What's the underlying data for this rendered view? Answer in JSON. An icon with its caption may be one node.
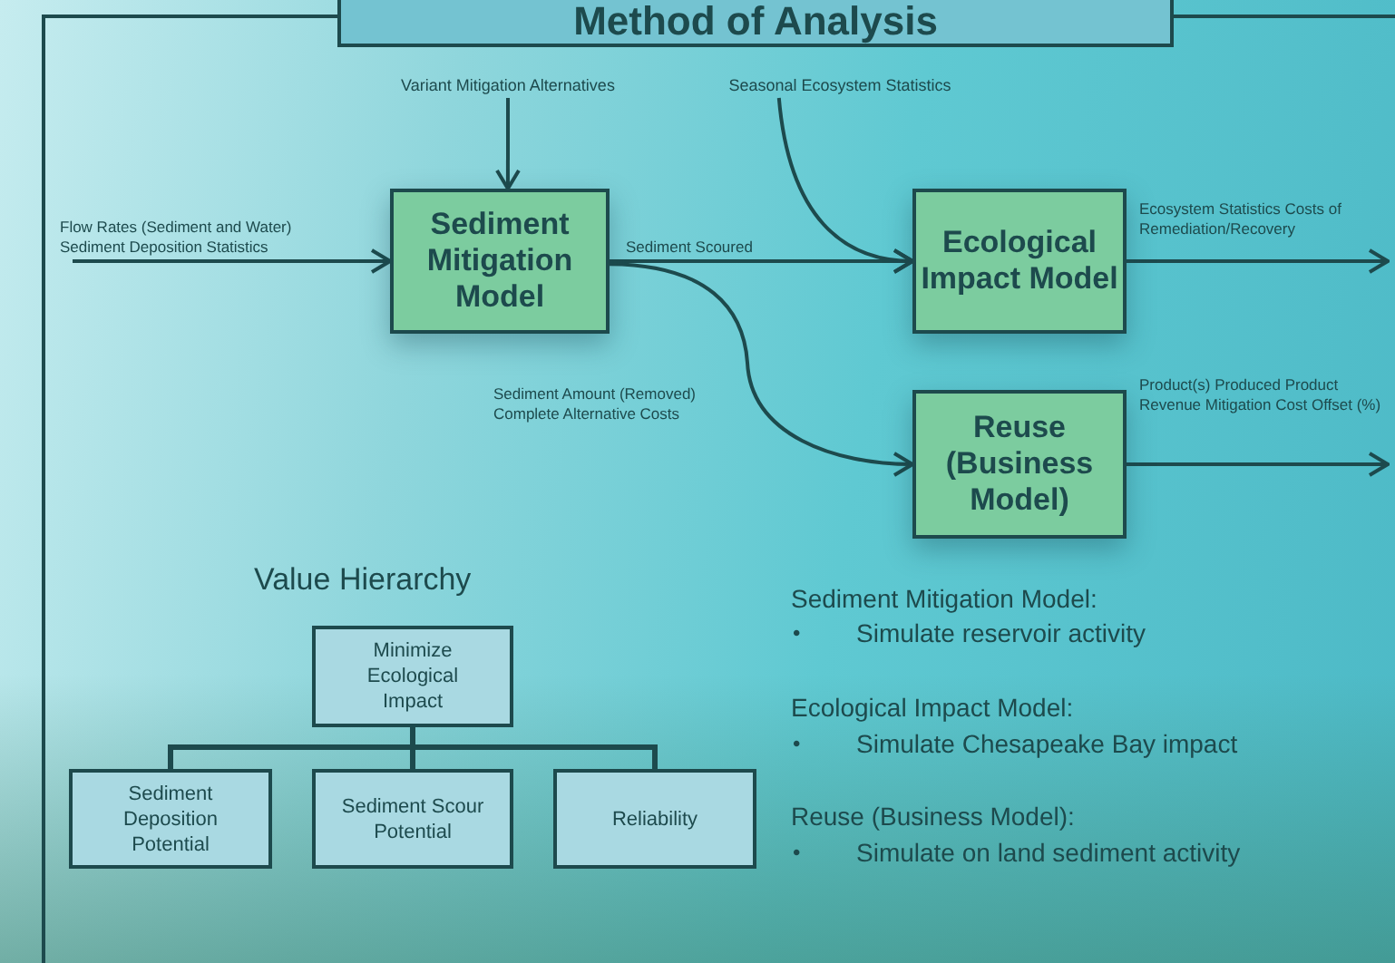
{
  "diagram": {
    "title": "Method of Analysis",
    "nodes": [
      {
        "text": [
          "Variant Mitigation Alternatives"
        ]
      },
      {
        "text": [
          "Seasonal Ecosystem Statistics"
        ]
      },
      {
        "text": [
          "Sediment Mitigation Model"
        ]
      },
      {
        "text": [
          "Ecological Impact Model"
        ]
      },
      {
        "text": [
          "Reuse (Business Model)"
        ]
      },
      {
        "text": [
          "Minimize Ecological Impact"
        ]
      },
      {
        "text": [
          "Sediment Deposition Potential"
        ]
      },
      {
        "text": [
          "Sediment Scour Potential"
        ]
      },
      {
        "text": [
          "Reliability"
        ]
      }
    ],
    "edges": [
      {
        "from": null,
        "to": 2,
        "arrow": "to",
        "label": "Flow Rates (Sediment and Water) Sediment Deposition Statistics"
      },
      {
        "from": 0,
        "to": 2,
        "arrow": "to"
      },
      {
        "from": 1,
        "to": 3,
        "arrow": "to"
      },
      {
        "from": 2,
        "to": 3,
        "arrow": "to",
        "label": "Sediment Scoured"
      },
      {
        "from": 2,
        "to": 4,
        "arrow": "to",
        "label": "Sediment Amount (Removed) Complete Alternative Costs"
      },
      {
        "from": 3,
        "to": null,
        "arrow": "to",
        "label": "Ecosystem Statistics Costs of Remediation/Recovery"
      },
      {
        "from": 4,
        "to": null,
        "arrow": "to",
        "label": "Product(s) Produced Product Revenue Mitigation Cost Offset (%)"
      },
      {
        "from": 5,
        "to": 6,
        "arrow": "none"
      },
      {
        "from": 5,
        "to": 7,
        "arrow": "none"
      },
      {
        "from": 5,
        "to": 8,
        "arrow": "none"
      }
    ],
    "labels": [
      "Value Hierarchy",
      "Sediment Mitigation Model:",
      "•",
      "Simulate reservoir activity",
      "Ecological Impact Model:",
      "•",
      "Simulate Chesapeake Bay impact",
      "Reuse (Business Model):",
      "•",
      "Simulate on land sediment activity"
    ]
  }
}
